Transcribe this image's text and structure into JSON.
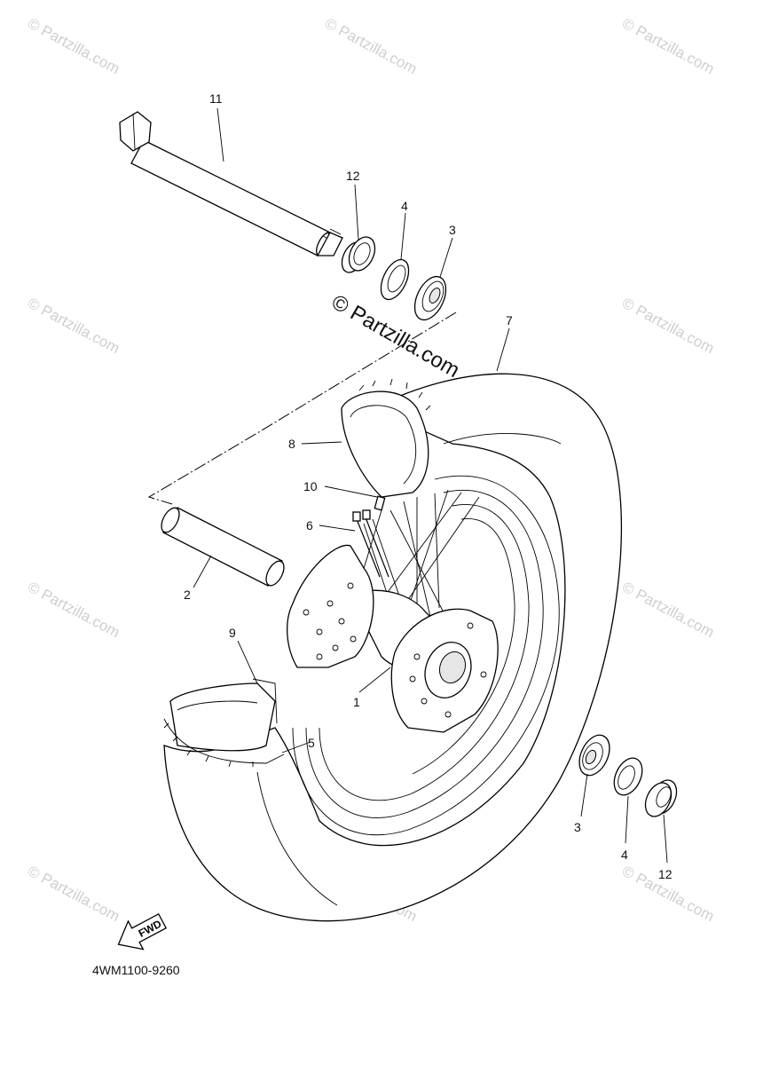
{
  "diagram_code": "4WM1100-9260",
  "center_watermark": "© Partzilla.com",
  "watermark_text": "© Partzilla.com",
  "fwd_label": "FWD",
  "callouts": {
    "c1": "1",
    "c2": "2",
    "c3a": "3",
    "c3b": "3",
    "c4a": "4",
    "c4b": "4",
    "c5": "5",
    "c6": "6",
    "c7": "7",
    "c8": "8",
    "c9": "9",
    "c10": "10",
    "c11": "11",
    "c12a": "12",
    "c12b": "12"
  },
  "colors": {
    "line": "#000000",
    "watermark": "#cfcfcf",
    "background": "#ffffff"
  }
}
